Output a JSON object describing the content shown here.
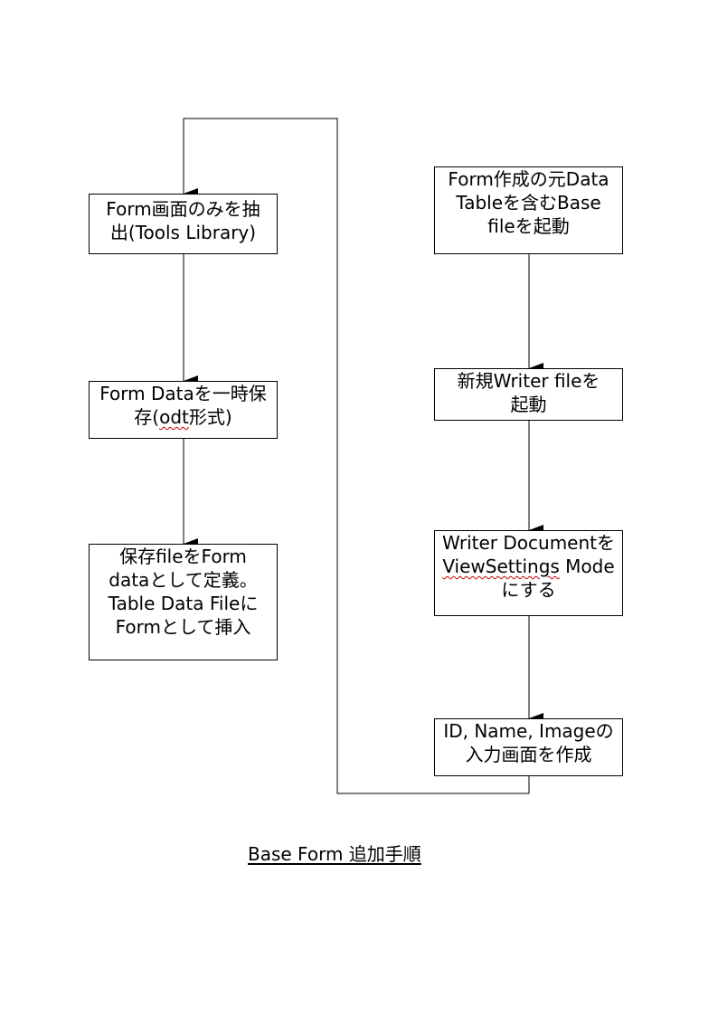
{
  "diagram": {
    "caption": "Base Form 追加手順",
    "left_column": [
      {
        "id": "extract-form",
        "lines": [
          "Form画面のみを抽",
          "出(Tools Library)"
        ]
      },
      {
        "id": "save-temp",
        "lines": [
          "Form Dataを一時保",
          "存(odt形式)"
        ]
      },
      {
        "id": "define-form",
        "lines": [
          "保存fileをForm",
          "dataとして定義。",
          "Table Data Fileに",
          "Formとして挿入"
        ]
      }
    ],
    "right_column": [
      {
        "id": "launch-base",
        "lines": [
          "Form作成の元Data",
          "Tableを含むBase",
          "fileを起動"
        ]
      },
      {
        "id": "launch-writer",
        "lines": [
          "新規Writer fileを",
          "起動"
        ]
      },
      {
        "id": "viewsettings",
        "lines": [
          "Writer Documentを",
          "ViewSettings Mode",
          "にする"
        ]
      },
      {
        "id": "create-input",
        "lines": [
          "ID, Name, Imageの",
          "入力画面を作成"
        ]
      }
    ]
  }
}
